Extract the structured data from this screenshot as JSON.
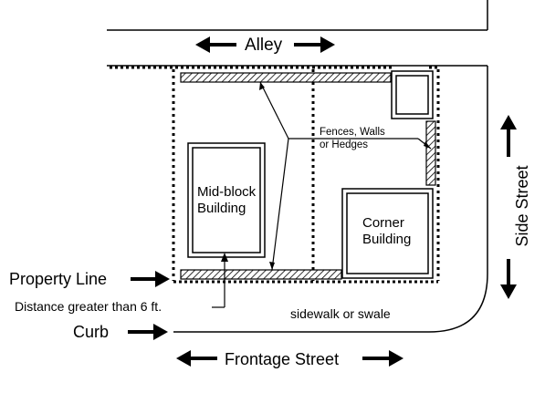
{
  "labels": {
    "alley": "Alley",
    "fences": [
      "Fences, Walls",
      "or Hedges"
    ],
    "mid_block": [
      "Mid-block",
      "Building"
    ],
    "corner": [
      "Corner",
      "Building"
    ],
    "property_line": "Property Line",
    "distance": "Distance greater than 6 ft.",
    "sidewalk": "sidewalk or swale",
    "curb": "Curb",
    "frontage_street": "Frontage Street",
    "side_street": "Side Street"
  }
}
